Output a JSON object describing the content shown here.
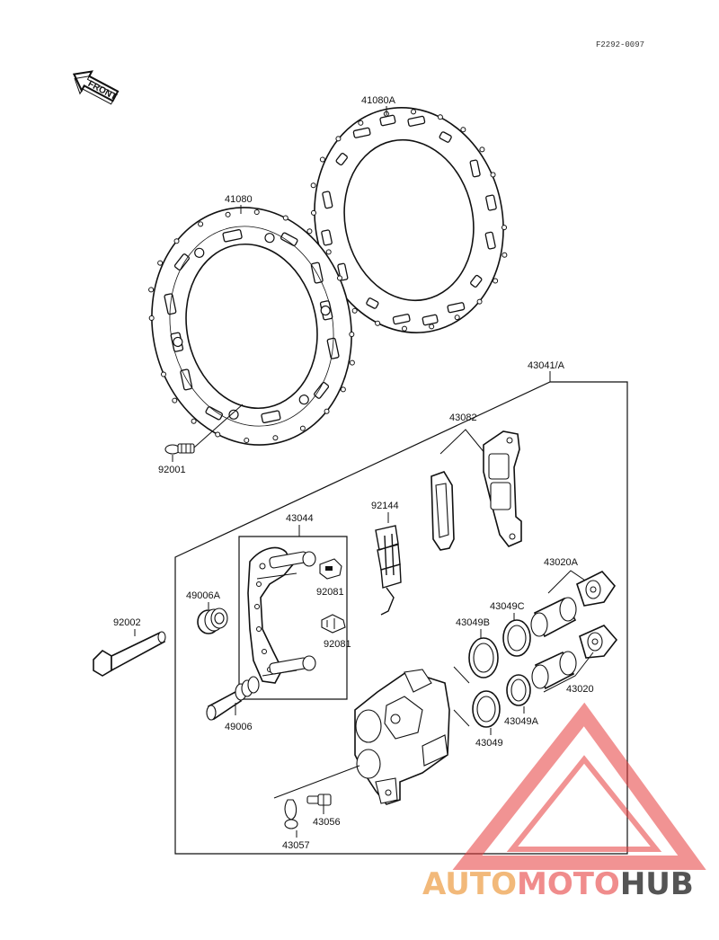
{
  "diagram_code": "F2292-0097",
  "front_label": "FRONT",
  "watermark": {
    "part1": "AUTO",
    "part2": "MOTO",
    "part3": "HUB",
    "color1": "#f2b97a",
    "color2": "#f08c8c",
    "color3": "#555555"
  },
  "parts": {
    "disc_rear": "41080A",
    "disc_front": "41080",
    "bolt_disc": "92001",
    "caliper_assy": "43041/A",
    "pads": "43082",
    "bracket": "43044",
    "pad_spring": "92144",
    "clip_a": "92081",
    "clip_b": "92081",
    "boot": "49006A",
    "pin": "49006",
    "bolt_long": "92002",
    "piston_a": "43020A",
    "seal_c": "43049C",
    "seal_b": "43049B",
    "piston": "43020",
    "seal_a": "43049A",
    "seal": "43049",
    "bleeder": "43056",
    "cap": "43057"
  }
}
